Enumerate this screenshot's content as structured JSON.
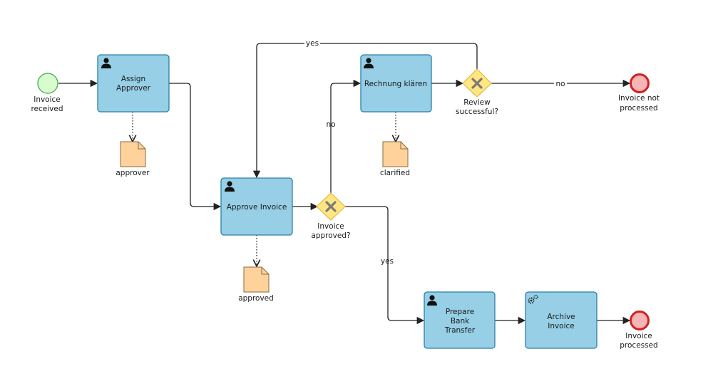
{
  "colors": {
    "task_fill": "#96cfe6",
    "task_stroke": "#2d7fa9",
    "start_fill": "#d8fbd0",
    "start_stroke": "#5cb45c",
    "end_fill": "#f9b5b5",
    "end_stroke": "#d22020",
    "gateway_fill": "#ffe680",
    "gateway_mark": "#7a7a7a",
    "document_fill": "#ffd29c"
  },
  "events": {
    "start": {
      "label_1": "Invoice",
      "label_2": "received"
    },
    "end_not_processed": {
      "label_1": "Invoice not",
      "label_2": "processed"
    },
    "end_processed": {
      "label_1": "Invoice",
      "label_2": "processed"
    }
  },
  "tasks": {
    "assign_approver": {
      "label_1": "Assign",
      "label_2": "Approver",
      "icon": "user-icon"
    },
    "approve_invoice": {
      "label_1": "Approve Invoice",
      "icon": "user-icon"
    },
    "rechnung_klaeren": {
      "label_1": "Rechnung klären",
      "icon": "user-icon"
    },
    "prepare_bank_transfer": {
      "label_1": "Prepare",
      "label_2": "Bank",
      "label_3": "Transfer",
      "icon": "user-icon"
    },
    "archive_invoice": {
      "label_1": "Archive",
      "label_2": "Invoice",
      "icon": "gear-icon"
    }
  },
  "gateways": {
    "invoice_approved": {
      "label_1": "Invoice",
      "label_2": "approved?"
    },
    "review_successful": {
      "label_1": "Review",
      "label_2": "successful?"
    }
  },
  "data_objects": {
    "approver": "approver",
    "approved": "approved",
    "clarified": "clarified"
  },
  "flow_labels": {
    "approved_no": "no",
    "approved_yes": "yes",
    "review_no": "no",
    "review_yes": "yes"
  }
}
